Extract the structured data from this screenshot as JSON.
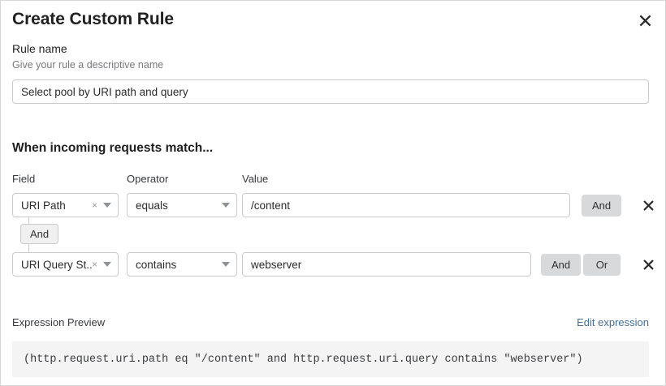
{
  "dialog": {
    "title": "Create Custom Rule",
    "close_label": "close-icon"
  },
  "rule_name": {
    "label": "Rule name",
    "help": "Give your rule a descriptive name",
    "value": "Select pool by URI path and query",
    "placeholder": "Give your rule a descriptive name"
  },
  "match_section": {
    "heading": "When incoming requests match...",
    "columns": {
      "field": "Field",
      "operator": "Operator",
      "value": "Value"
    },
    "connector": {
      "label": "And"
    },
    "rows": [
      {
        "field": "URI Path",
        "operator": "equals",
        "value": "/content",
        "value_placeholder": "Value",
        "clear_icon": "×",
        "buttons": [
          "And"
        ],
        "delete_label": "Delete row"
      },
      {
        "field": "URI Query St...",
        "operator": "contains",
        "value": "webserver",
        "value_placeholder": "Value",
        "clear_icon": "×",
        "buttons": [
          "And",
          "Or"
        ],
        "delete_label": "Delete row"
      }
    ]
  },
  "expression": {
    "title": "Expression Preview",
    "edit_link": "Edit expression",
    "code": "(http.request.uri.path eq \"/content\" and http.request.uri.query contains \"webserver\")"
  },
  "colors": {
    "link": "#3f6f9f",
    "button_gray": "#d8d9da",
    "border": "#c9cbce",
    "code_bg": "#f4f4f4"
  }
}
